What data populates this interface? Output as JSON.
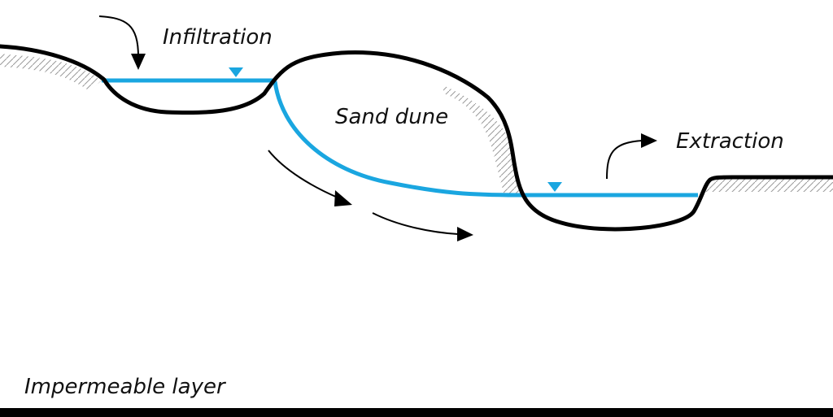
{
  "labels": {
    "infiltration": "Infiltration",
    "sand_dune": "Sand dune",
    "extraction": "Extraction",
    "impermeable_layer": "Impermeable layer"
  },
  "colors": {
    "ground": "#000000",
    "water": "#1aa6e0",
    "hatch": "#9a9a9a",
    "arrow": "#000000",
    "base_layer": "#000000"
  }
}
